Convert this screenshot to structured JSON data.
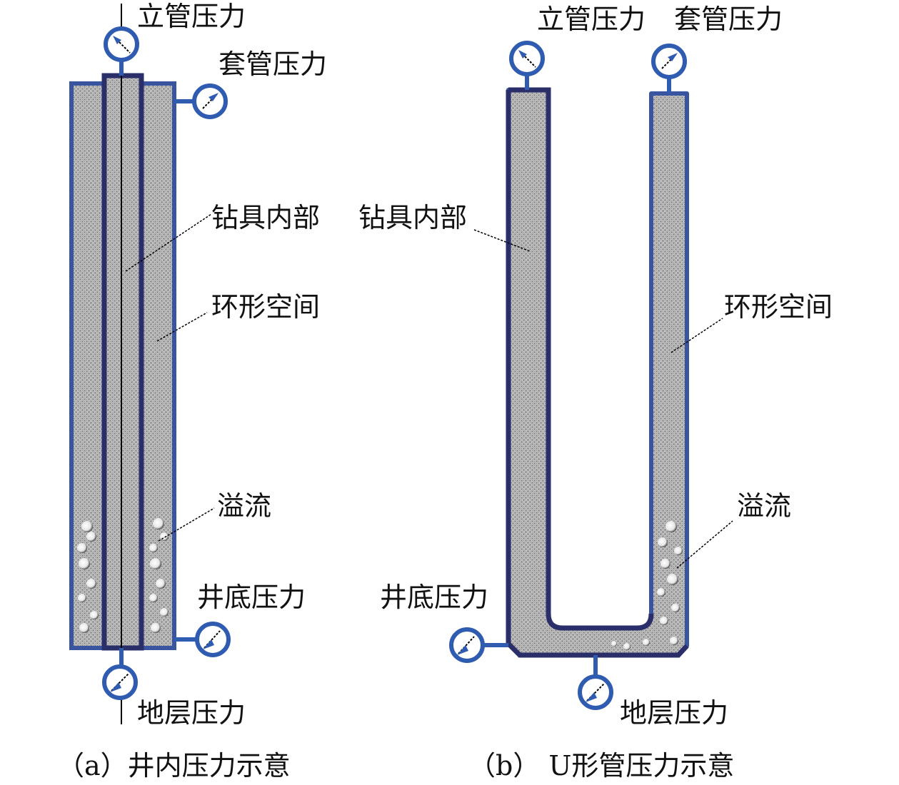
{
  "colors": {
    "pipe_border": "#3a55a0",
    "pipe_border_dark": "#2a2f6a",
    "gauge": "#2f5bb0",
    "fluid_light": "#c8c8c8",
    "fluid_dark": "#7a7a7a",
    "bubble": "#f2f2f2"
  },
  "panel_a": {
    "labels": {
      "standpipe_pressure": "立管压力",
      "casing_pressure": "套管压力",
      "drillstring_inside": "钻具内部",
      "annulus": "环形空间",
      "overflow": "溢流",
      "bottomhole_pressure": "井底压力",
      "formation_pressure": "地层压力"
    },
    "caption": "（a）井内压力示意"
  },
  "panel_b": {
    "labels": {
      "standpipe_pressure": "立管压力",
      "casing_pressure": "套管压力",
      "drillstring_inside": "钻具内部",
      "annulus": "环形空间",
      "overflow": "溢流",
      "bottomhole_pressure": "井底压力",
      "formation_pressure": "地层压力"
    },
    "caption": "（b） U形管压力示意"
  },
  "icons": [
    "pressure-gauge-icon",
    "gas-bubble-icon"
  ]
}
